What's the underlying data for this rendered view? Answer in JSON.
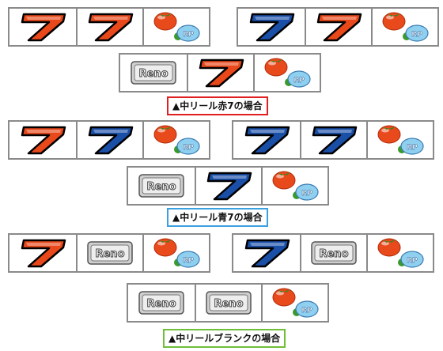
{
  "captions": [
    {
      "text": "▲中リール赤7の場合",
      "color": "#e02020"
    },
    {
      "text": "▲中リール青7の場合",
      "color": "#3aa0e0"
    },
    {
      "text": "▲中リールブランクの場合",
      "color": "#6fbf3a"
    }
  ],
  "symbols": {
    "seven_red": {
      "icon": "red-seven-icon",
      "fill": "#e8481a"
    },
    "seven_blue": {
      "icon": "blue-seven-icon",
      "fill": "#1a4fa8"
    },
    "reno": {
      "icon": "reno-blank-icon",
      "text": "Reno"
    },
    "cherry_bonus": {
      "icon": "tomato-rp-icon",
      "badge": "RP"
    }
  },
  "combos": [
    [
      "seven_red",
      "seven_red",
      "cherry_bonus"
    ],
    [
      "seven_blue",
      "seven_red",
      "cherry_bonus"
    ],
    [
      "reno",
      "seven_red",
      "cherry_bonus"
    ],
    [
      "seven_red",
      "seven_blue",
      "cherry_bonus"
    ],
    [
      "seven_blue",
      "seven_blue",
      "cherry_bonus"
    ],
    [
      "reno",
      "seven_blue",
      "cherry_bonus"
    ],
    [
      "seven_red",
      "reno",
      "cherry_bonus"
    ],
    [
      "seven_blue",
      "reno",
      "cherry_bonus"
    ],
    [
      "reno",
      "reno",
      "cherry_bonus"
    ]
  ]
}
